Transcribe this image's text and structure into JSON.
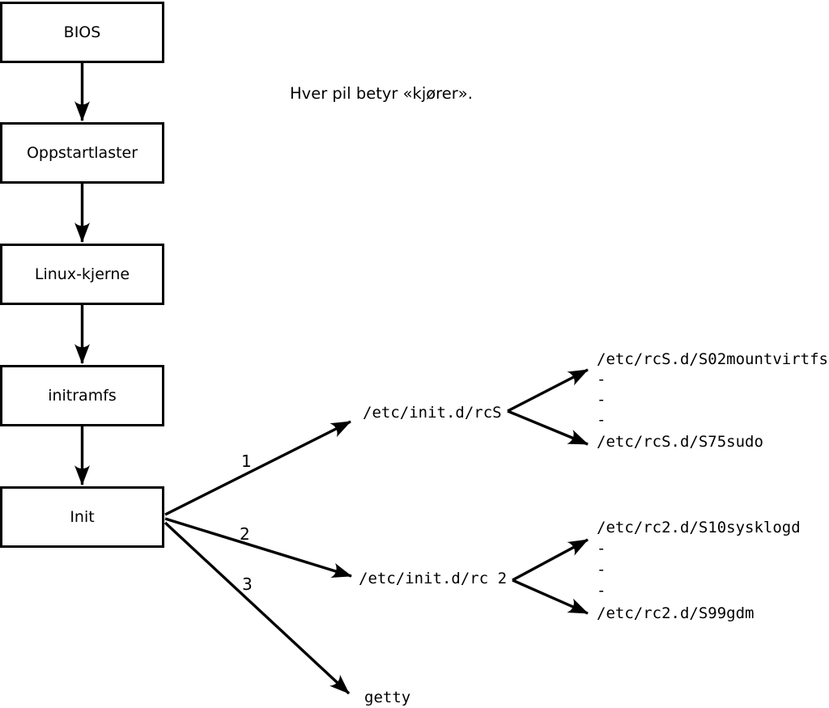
{
  "caption": "Hver pil betyr «kjører».",
  "boot_chain": [
    {
      "label": "BIOS"
    },
    {
      "label": "Oppstartlaster"
    },
    {
      "label": "Linux-kjerne"
    },
    {
      "label": "initramfs"
    },
    {
      "label": "Init"
    }
  ],
  "init_branches": [
    {
      "number": "1",
      "target": "/etc/init.d/rcS",
      "children": [
        "/etc/rcS.d/S02mountvirtfs",
        "-",
        "-",
        "-",
        "/etc/rcS.d/S75sudo"
      ]
    },
    {
      "number": "2",
      "target": "/etc/init.d/rc 2",
      "children": [
        "/etc/rc2.d/S10sysklogd",
        "-",
        "-",
        "-",
        "/etc/rc2.d/S99gdm"
      ]
    },
    {
      "number": "3",
      "target": "getty",
      "children": []
    }
  ],
  "colors": {
    "line": "#000000",
    "background": "#ffffff",
    "box_fill": "#ffffff"
  }
}
